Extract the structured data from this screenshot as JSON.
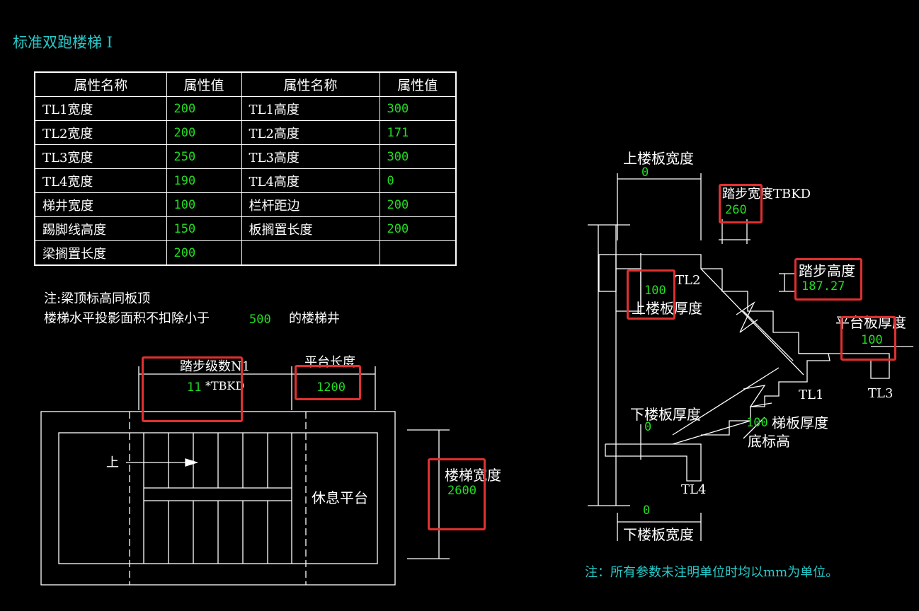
{
  "title": "标准双跑楼梯 I",
  "table": {
    "headers": [
      "属性名称",
      "属性值",
      "属性名称",
      "属性值"
    ],
    "rows": [
      [
        "TL1宽度",
        "200",
        "TL1高度",
        "300"
      ],
      [
        "TL2宽度",
        "200",
        "TL2高度",
        "171"
      ],
      [
        "TL3宽度",
        "250",
        "TL3高度",
        "300"
      ],
      [
        "TL4宽度",
        "190",
        "TL4高度",
        "0"
      ],
      [
        "梯井宽度",
        "100",
        "栏杆距边",
        "200"
      ],
      [
        "踢脚线高度",
        "150",
        "板搁置长度",
        "200"
      ],
      [
        "梁搁置长度",
        "200",
        "",
        ""
      ]
    ]
  },
  "notes": {
    "line1": "注:梁顶标高同板顶",
    "line2_prefix": "楼梯水平投影面积不扣除小于",
    "line2_value": "500",
    "line2_suffix": "的楼梯井"
  },
  "plan": {
    "steps_label": "踏步级数N1",
    "steps_value": "11",
    "steps_suffix": "*TBKD",
    "landing_label": "平台长度",
    "landing_value": "1200",
    "up_label": "上",
    "rest_label": "休息平台",
    "width_label": "楼梯宽度",
    "width_value": "2600"
  },
  "section": {
    "upper_slab_width_label": "上楼板宽度",
    "upper_slab_width_value": "0",
    "tread_width_label": "踏步宽度TBKD",
    "tread_width_value": "260",
    "tread_height_label": "踏步高度",
    "tread_height_value": "187.27",
    "upper_slab_thick_value": "100",
    "upper_slab_thick_label": "上楼板厚度",
    "tl2": "TL2",
    "platform_thick_label": "平台板厚度",
    "platform_thick_value": "100",
    "tl1": "TL1",
    "tl3": "TL3",
    "lower_slab_thick_label": "下楼板厚度",
    "lower_slab_thick_value": "0",
    "stair_slab_thick_value": "100",
    "stair_slab_thick_label": "梯板厚度",
    "bottom_elev_label": "底标高",
    "tl4": "TL4",
    "lower_slab_width_value": "0",
    "lower_slab_width_label": "下楼板宽度"
  },
  "footnote": "注：所有参数未注明单位时均以mm为单位。",
  "colors": {
    "value": "#22dd22",
    "title": "#28c8c8",
    "highlight": "#e03030"
  }
}
